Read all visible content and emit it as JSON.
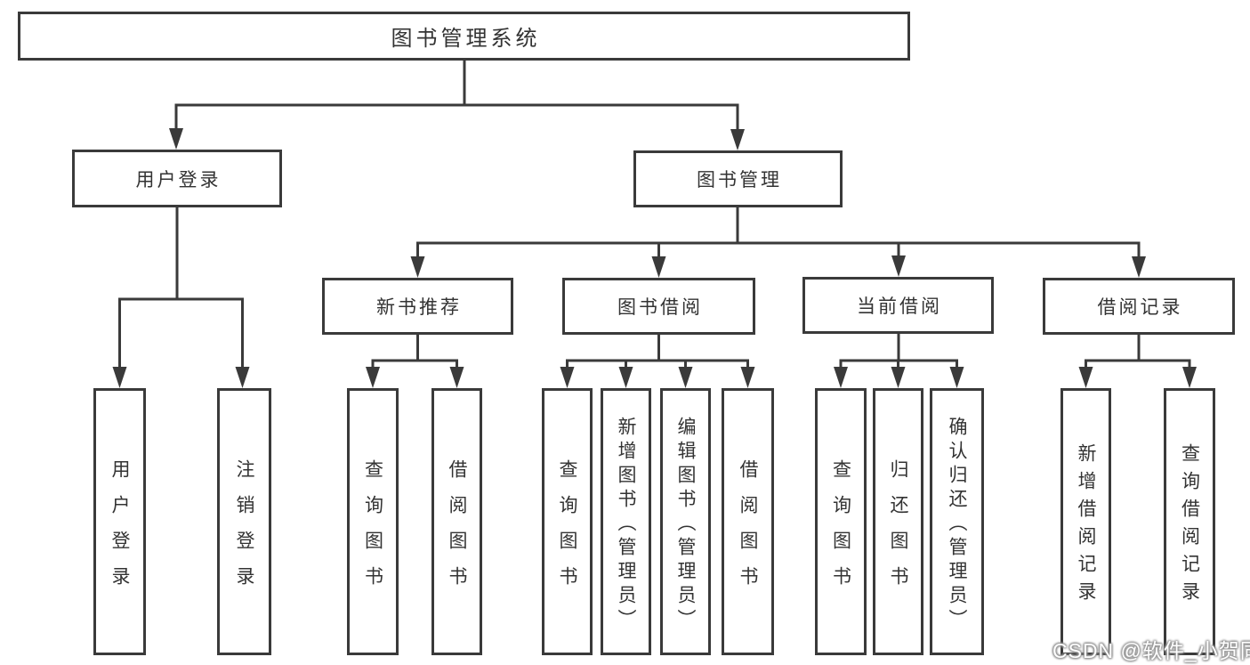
{
  "diagram": {
    "title": "图书管理系统",
    "colors": {
      "line": "#3a3a3a",
      "text": "#333333",
      "background": "#ffffff",
      "watermark_text": "#ffffff",
      "watermark_shadow": "#8f8f8f"
    },
    "nodes": {
      "root": {
        "label": "图书管理系统"
      },
      "user_login": {
        "label": "用户登录"
      },
      "book_mgmt": {
        "label": "图书管理"
      },
      "new_book": {
        "label": "新书推荐"
      },
      "book_borrow": {
        "label": "图书借阅"
      },
      "current_borrow": {
        "label": "当前借阅"
      },
      "borrow_record": {
        "label": "借阅记录"
      },
      "leaf_user_login": {
        "label": "用户登录"
      },
      "leaf_logout": {
        "label": "注销登录"
      },
      "leaf_nb_query": {
        "label": "查询图书"
      },
      "leaf_nb_borrow": {
        "label": "借阅图书"
      },
      "leaf_bb_query": {
        "label": "查询图书"
      },
      "leaf_bb_add": {
        "label": "新增图书（管理员）"
      },
      "leaf_bb_edit": {
        "label": "编辑图书（管理员）"
      },
      "leaf_bb_borrow": {
        "label": "借阅图书"
      },
      "leaf_cb_query": {
        "label": "查询图书"
      },
      "leaf_cb_return": {
        "label": "归还图书"
      },
      "leaf_cb_confirm": {
        "label": "确认归还（管理员）"
      },
      "leaf_br_add": {
        "label": "新增借阅记录"
      },
      "leaf_br_query": {
        "label": "查询借阅记录"
      }
    },
    "tree": [
      {
        "parent": "图书管理系统",
        "children": [
          "用户登录",
          "图书管理"
        ]
      },
      {
        "parent": "用户登录",
        "children": [
          "用户登录",
          "注销登录"
        ]
      },
      {
        "parent": "图书管理",
        "children": [
          "新书推荐",
          "图书借阅",
          "当前借阅",
          "借阅记录"
        ]
      },
      {
        "parent": "新书推荐",
        "children": [
          "查询图书",
          "借阅图书"
        ]
      },
      {
        "parent": "图书借阅",
        "children": [
          "查询图书",
          "新增图书（管理员）",
          "编辑图书（管理员）",
          "借阅图书"
        ]
      },
      {
        "parent": "当前借阅",
        "children": [
          "查询图书",
          "归还图书",
          "确认归还（管理员）"
        ]
      },
      {
        "parent": "借阅记录",
        "children": [
          "新增借阅记录",
          "查询借阅记录"
        ]
      }
    ],
    "watermark": "CSDN @软件_小贺同学"
  }
}
